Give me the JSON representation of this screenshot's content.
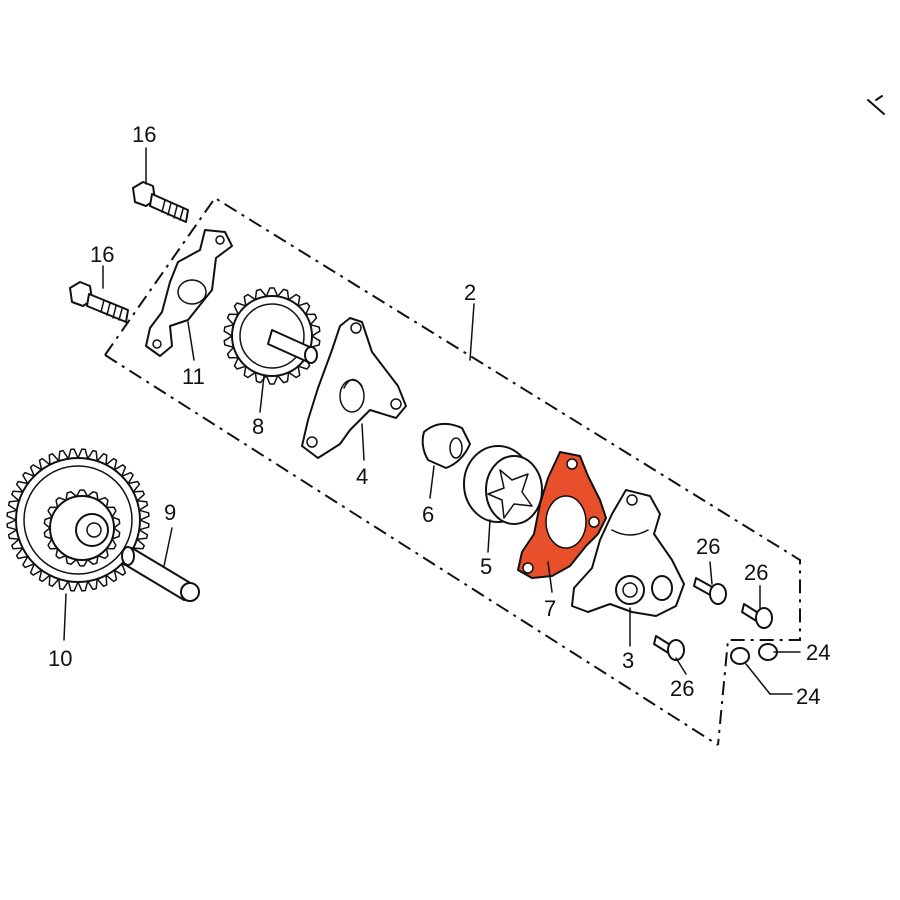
{
  "diagram": {
    "callouts": {
      "bolt_upper": "16",
      "bolt_lower": "16",
      "assembly": "2",
      "plate": "11",
      "drive_gear": "8",
      "cover_plate": "4",
      "inner_rotor": "6",
      "outer_rotor": "5",
      "gasket": "7",
      "pump_body": "3",
      "screw_a": "26",
      "screw_b": "26",
      "screw_c": "26",
      "oring_a": "24",
      "oring_b": "24",
      "big_gear": "10",
      "shaft": "9"
    },
    "colors": {
      "highlight": "#e8502c",
      "line": "#111111"
    }
  }
}
